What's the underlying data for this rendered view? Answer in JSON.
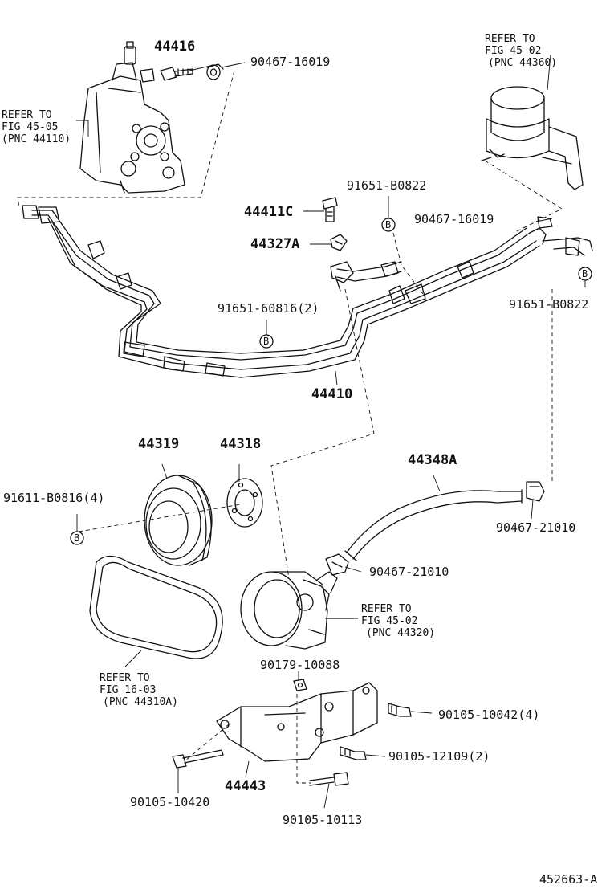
{
  "colors": {
    "ink": "#111111",
    "background": "#ffffff"
  },
  "parts": {
    "p44416": "44416",
    "p90467_16019_top": "90467-16019",
    "p44411C": "44411C",
    "p44327A": "44327A",
    "p91651_B0822_top": "91651-B0822",
    "p90467_16019_mid": "90467-16019",
    "p91651_B0822_right": "91651-B0822",
    "p91651_60816": "91651-60816(2)",
    "p44410": "44410",
    "p44319": "44319",
    "p44318": "44318",
    "p91611_B0816": "91611-B0816(4)",
    "p44348A": "44348A",
    "p90467_21010_right": "90467-21010",
    "p90467_21010_mid": "90467-21010",
    "p90179_10088": "90179-10088",
    "p90105_10042": "90105-10042(4)",
    "p90105_12109": "90105-12109(2)",
    "p44443": "44443",
    "p90105_10420": "90105-10420",
    "p90105_10113": "90105-10113"
  },
  "references": {
    "gear": [
      "REFER TO",
      "FIG 45-05",
      "(PNC 44110)"
    ],
    "reservoir": [
      "REFER TO",
      "FIG 45-02",
      "(PNC 44360)"
    ],
    "pump": [
      "REFER TO",
      "FIG 45-02",
      "(PNC 44320)"
    ],
    "belt": [
      "REFER TO",
      "FIG 16-03",
      "(PNC 44310A)"
    ]
  },
  "symbol_b": "B",
  "diagram_id": "452663-A"
}
